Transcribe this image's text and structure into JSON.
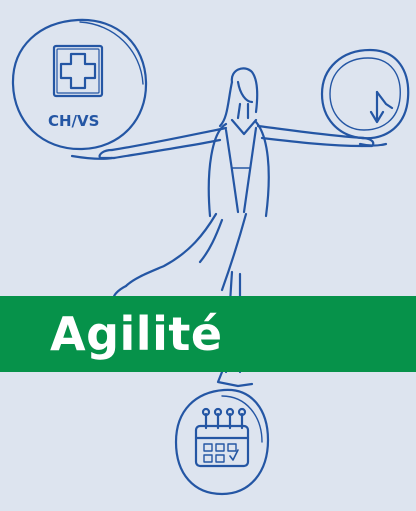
{
  "banner": {
    "title": "Agilité"
  },
  "health_badge": {
    "label": "CH/VS"
  },
  "colors": {
    "background": "#dde4ef",
    "ink": "#2456a4",
    "banner_green": "#06924a",
    "banner_text": "#ffffff"
  },
  "icons": {
    "health": "health-cross-icon",
    "clock": "clock-icon",
    "calendar": "calendar-icon",
    "person": "balancing-woman-illustration"
  }
}
